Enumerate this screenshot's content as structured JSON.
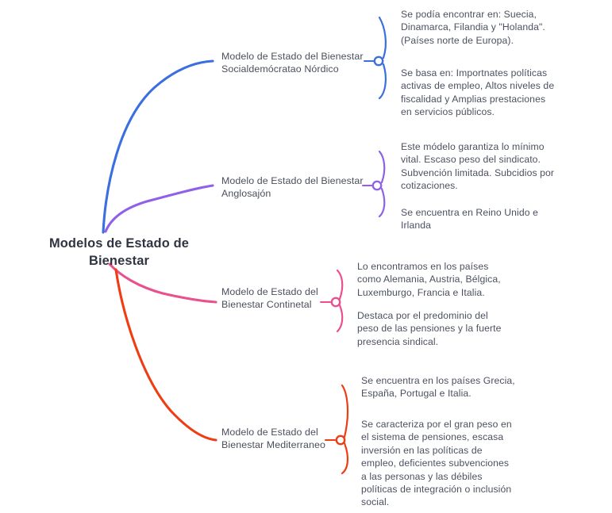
{
  "root": {
    "title": "Modelos de Estado de\nBienestar"
  },
  "colors": {
    "nordic": "#3b6fe0",
    "anglosajon": "#9061e8",
    "continental": "#ea4f8e",
    "mediterraneo": "#f03c13",
    "text": "#4c5160",
    "root_text": "#2f3440",
    "background": "#ffffff"
  },
  "branches": [
    {
      "id": "nordico",
      "label": "Modelo de Estado del Bienestar\nSocialdemócratao Nórdico",
      "color": "#3b6fe0",
      "leaves": [
        "Se podía encontrar en: Suecia,\nDinamarca, Filandia y \"Holanda\".\n(Países norte de Europa).",
        "Se basa en: Importnates políticas\nactivas de empleo, Altos niveles de\nfiscalidad y Amplias prestaciones\nen servicios públicos."
      ]
    },
    {
      "id": "anglosajon",
      "label": "Modelo de Estado del Bienestar\nAnglosajón",
      "color": "#9061e8",
      "leaves": [
        "Este módelo garantiza lo mínimo\nvital. Escaso peso del sindicato.\nSubvención limitada. Subcidios por\ncotizaciones.",
        "Se encuentra en Reino Unido e\nIrlanda"
      ]
    },
    {
      "id": "continental",
      "label": "Modelo de Estado del\nBienestar Continetal",
      "color": "#ea4f8e",
      "leaves": [
        "Lo encontramos en los países\ncomo Alemania, Austria, Bélgica,\nLuxemburgo, Francia e Italia.",
        "Destaca por el predominio del\npeso de las pensiones y la fuerte\npresencia sindical."
      ]
    },
    {
      "id": "mediterraneo",
      "label": "Modelo de Estado del\nBienestar Mediterraneo",
      "color": "#f03c13",
      "leaves": [
        "Se encuentra en los países Grecia,\nEspaña, Portugal e Italia.",
        "Se caracteriza por el gran peso en\nel sistema de pensiones, escasa\ninversión en las políticas de\nempleo, deficientes subvenciones\na las personas y las débiles\npolíticas de integración o inclusión\nsocial."
      ]
    }
  ]
}
